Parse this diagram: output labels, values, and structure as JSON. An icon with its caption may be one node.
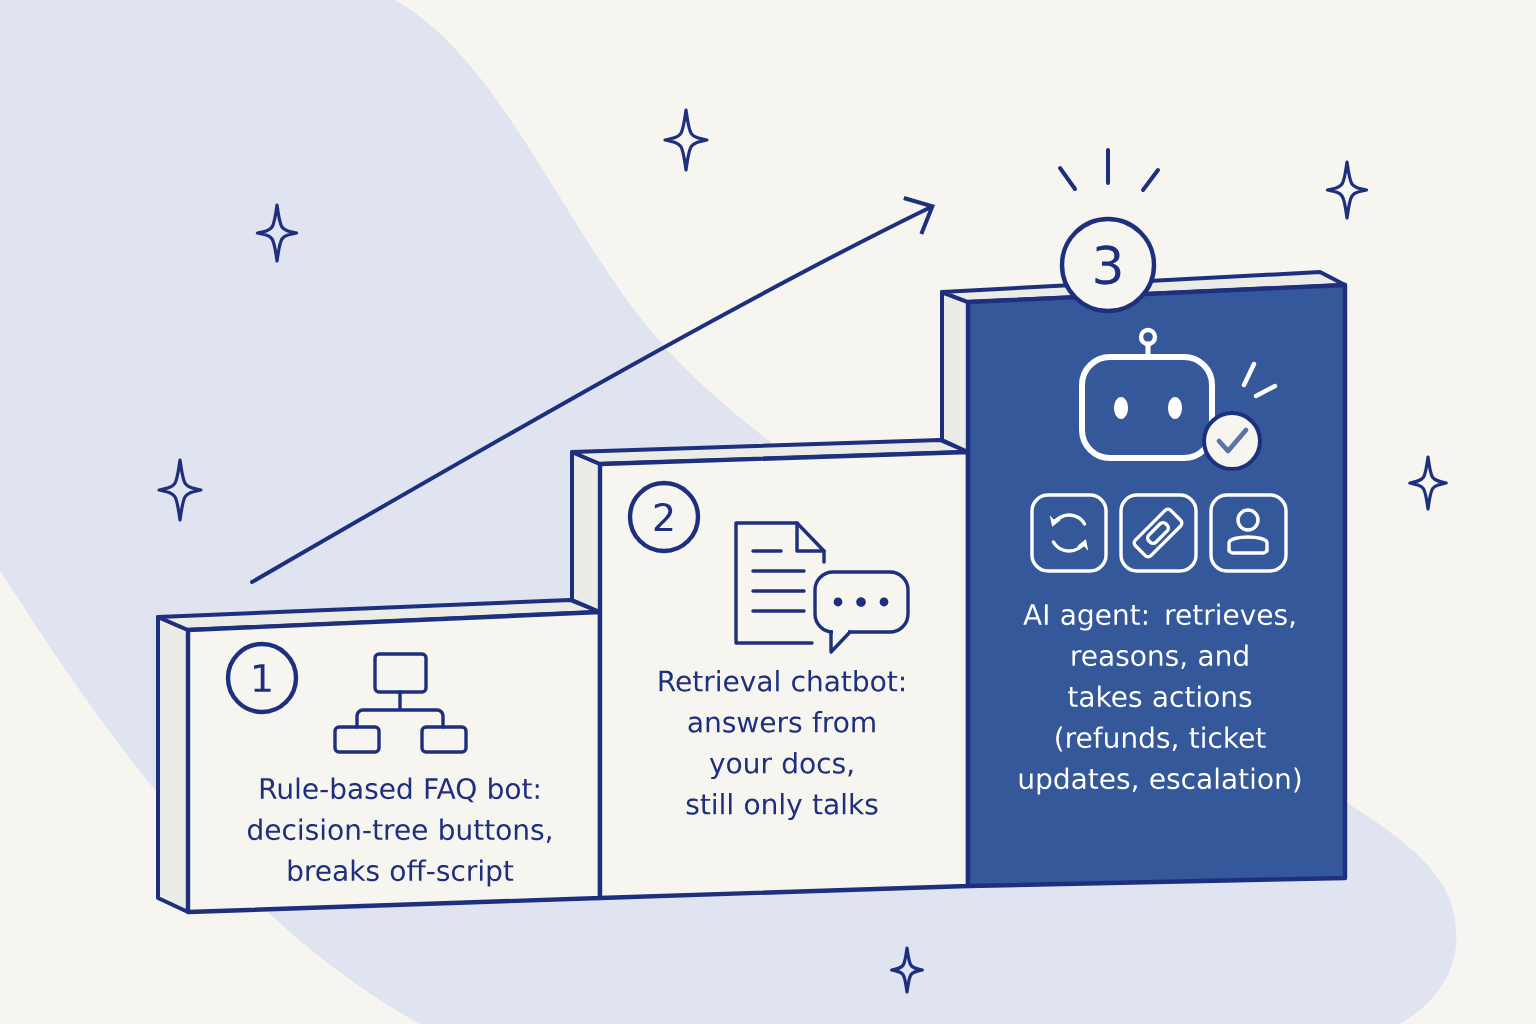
{
  "diagram": {
    "nodes": [
      {
        "text": [
          "Rule-based FAQ bot: decision-tree buttons, breaks off-script"
        ]
      },
      {
        "text": [
          "1"
        ],
        "in": 0
      },
      {
        "text": [
          "Retrieval chatbot: answers from your docs, still only talks"
        ]
      },
      {
        "text": [
          "2"
        ],
        "in": 2
      },
      {
        "text": [
          "AI agent: retrieves, reasons, and takes actions (refunds, ticket updates, escalation)"
        ]
      },
      {
        "text": [
          "3"
        ]
      }
    ]
  }
}
